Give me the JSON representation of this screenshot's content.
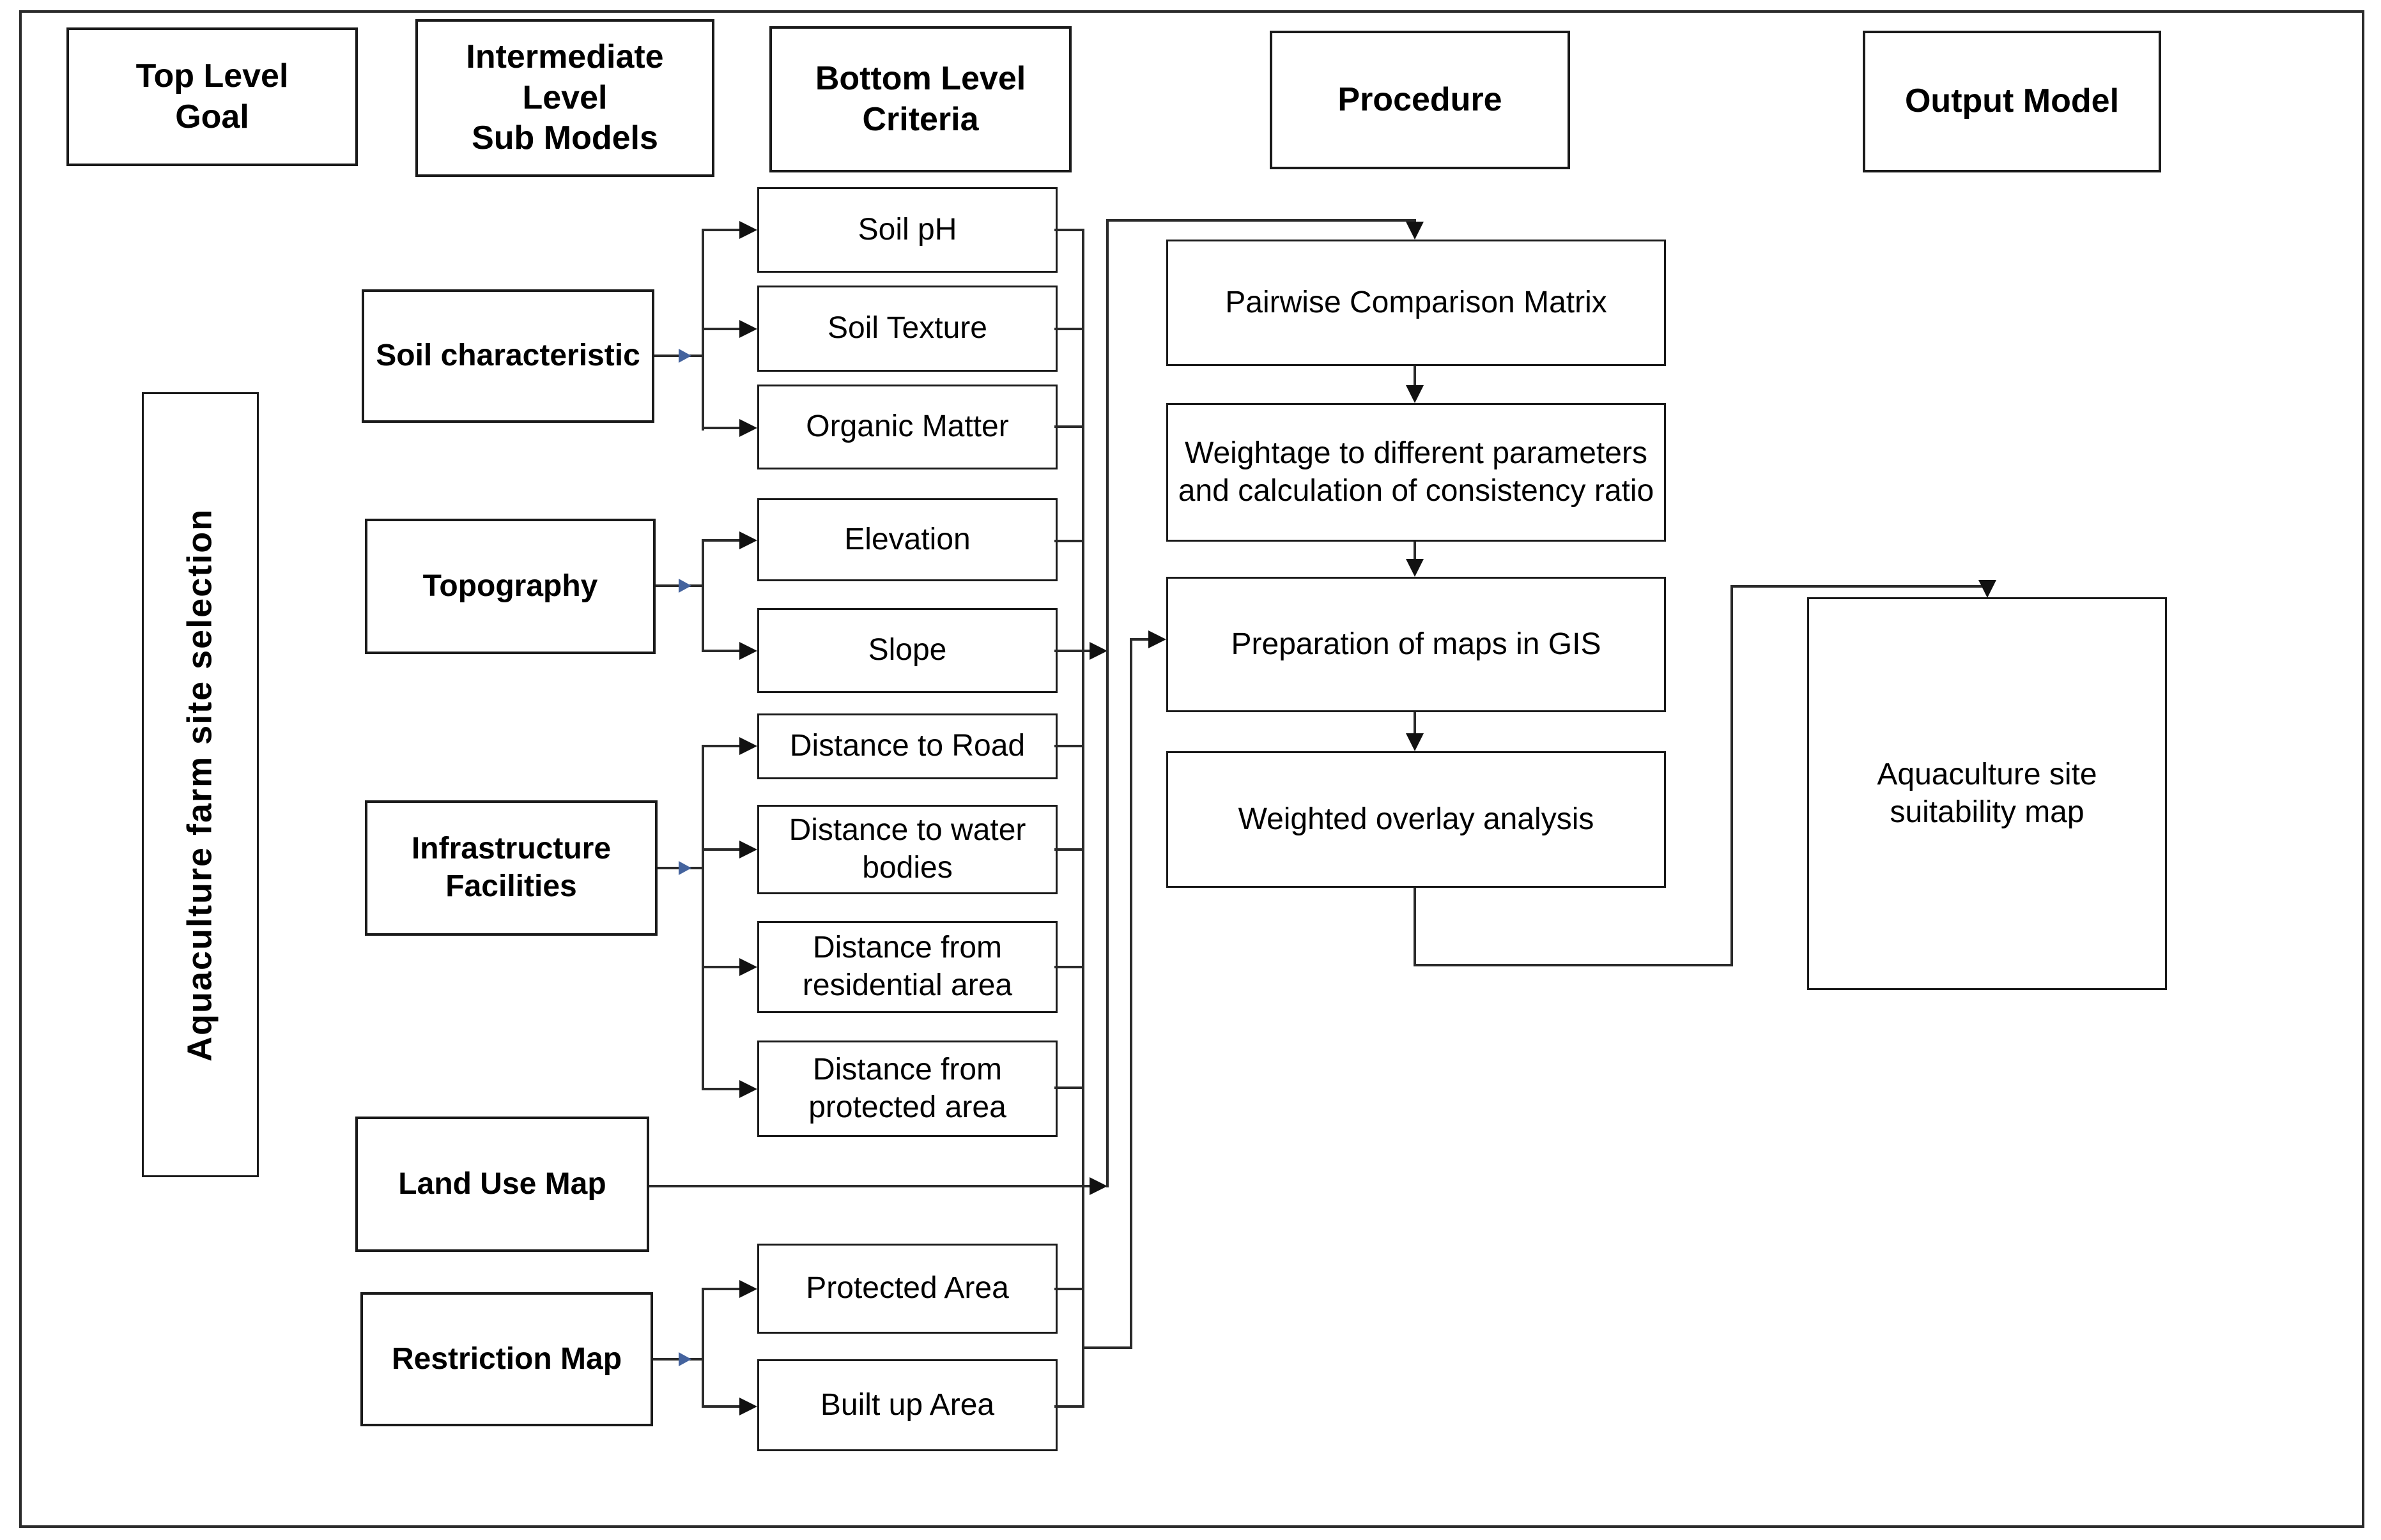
{
  "headers": {
    "goal_lines": [
      "Top Level",
      "Goal"
    ],
    "sub_models_lines": [
      "Intermediate",
      "Level",
      "Sub Models"
    ],
    "criteria_lines": [
      "Bottom Level",
      "Criteria"
    ],
    "procedure": "Procedure",
    "output": "Output Model"
  },
  "goal": {
    "label": "Aquaculture farm site selection"
  },
  "sub_models": [
    "Soil characteristic",
    "Topography",
    "Infrastructure Facilities",
    "Land Use Map",
    "Restriction Map"
  ],
  "criteria": [
    "Soil pH",
    "Soil Texture",
    "Organic Matter",
    "Elevation",
    "Slope",
    "Distance to Road",
    "Distance to water bodies",
    "Distance from residential area",
    "Distance from protected area",
    "Protected Area",
    "Built up Area"
  ],
  "procedure_steps": [
    "Pairwise Comparison Matrix",
    "Weightage to different parameters and calculation of consistency ratio",
    "Preparation of maps in GIS",
    "Weighted overlay analysis"
  ],
  "output": {
    "label": "Aquaculture site suitability map"
  },
  "colors": {
    "box_border": "#1a1a1a",
    "connector": "#2a2a2a",
    "accent_arrowhead": "#44639e",
    "background": "#ffffff"
  }
}
